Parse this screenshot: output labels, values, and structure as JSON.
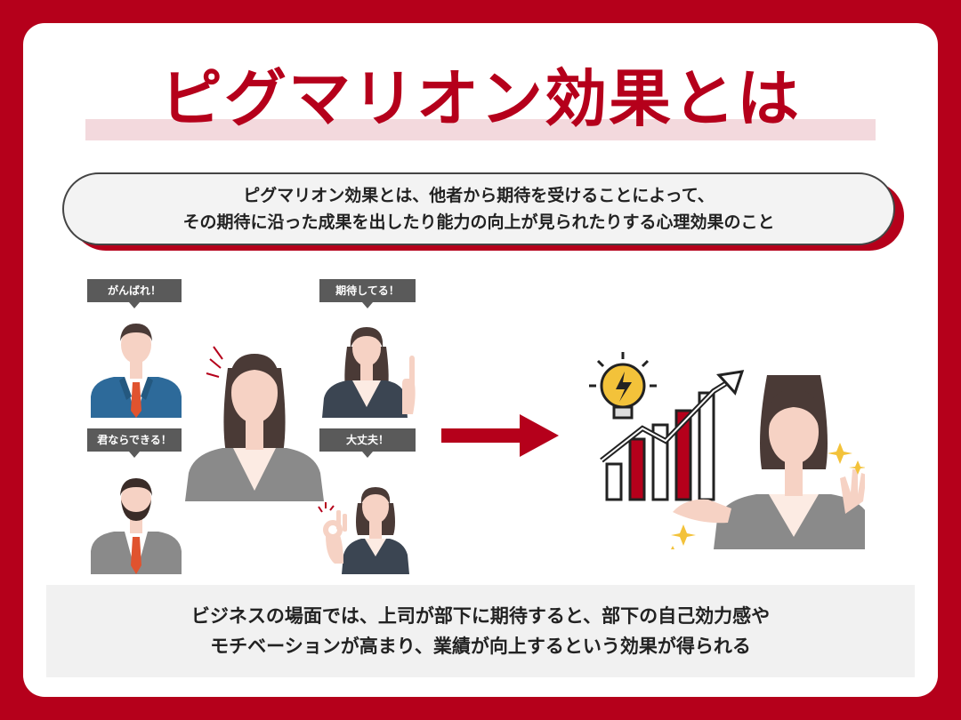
{
  "title": "ピグマリオン効果とは",
  "definition": {
    "line1": "ピグマリオン効果とは、他者から期待を受けることによって、",
    "line2": "その期待に沿った成果を出したり能力の向上が見られたりする心理効果のこと"
  },
  "bubbles": {
    "ganbare": "がんばれ！",
    "kitai": "期待してる！",
    "kimi": "君ならできる！",
    "daijoubu": "大丈夫！"
  },
  "summary": {
    "line1": "ビジネスの場面では、上司が部下に期待すると、部下の自己効力感や",
    "line2": "モチベーションが高まり、業績が向上するという効果が得られる"
  },
  "colors": {
    "brand_red": "#b5001b",
    "title_highlight": "#f3d9dd",
    "skin": "#f6d2c4",
    "suit_blue": "#2d6a9a",
    "suit_gray": "#8a8a8a",
    "suit_navy": "#3b4552",
    "hair": "#4a3a36",
    "bulb_yellow": "#f3c23a"
  },
  "icons": [
    "right-arrow-icon",
    "lightbulb-icon",
    "bar-chart-icon",
    "trend-arrow-icon",
    "sparkle-icon"
  ]
}
